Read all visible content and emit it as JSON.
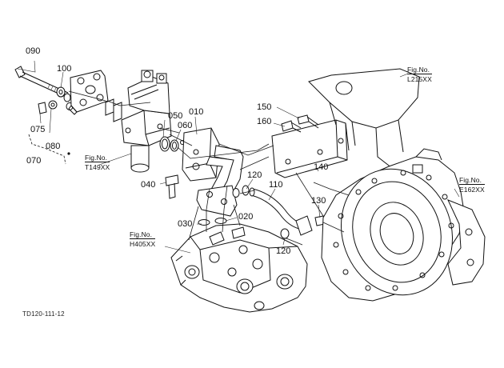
{
  "part_labels": [
    {
      "id": "p090",
      "text": "090"
    },
    {
      "id": "p100",
      "text": "100"
    },
    {
      "id": "p075",
      "text": "075"
    },
    {
      "id": "p080",
      "text": "080"
    },
    {
      "id": "p070",
      "text": "070"
    },
    {
      "id": "p050",
      "text": "050"
    },
    {
      "id": "p060",
      "text": "060"
    },
    {
      "id": "p010",
      "text": "010"
    },
    {
      "id": "p150",
      "text": "150"
    },
    {
      "id": "p160",
      "text": "160"
    },
    {
      "id": "p120a",
      "text": "120"
    },
    {
      "id": "p110",
      "text": "110"
    },
    {
      "id": "p040",
      "text": "040"
    },
    {
      "id": "p130",
      "text": "130"
    },
    {
      "id": "p140",
      "text": "140"
    },
    {
      "id": "p030",
      "text": "030"
    },
    {
      "id": "p020",
      "text": "020"
    },
    {
      "id": "p120b",
      "text": "120"
    }
  ],
  "figure_refs": [
    {
      "id": "figL215",
      "caption": "Fig.No.",
      "code": "L215XX"
    },
    {
      "id": "figT149",
      "caption": "Fig.No.",
      "code": "T149XX"
    },
    {
      "id": "figE162",
      "caption": "Fig.No.",
      "code": "E162XX"
    },
    {
      "id": "figH405",
      "caption": "Fig.No.",
      "code": "H405XX"
    }
  ],
  "drawing_code": "TD120-111-12"
}
